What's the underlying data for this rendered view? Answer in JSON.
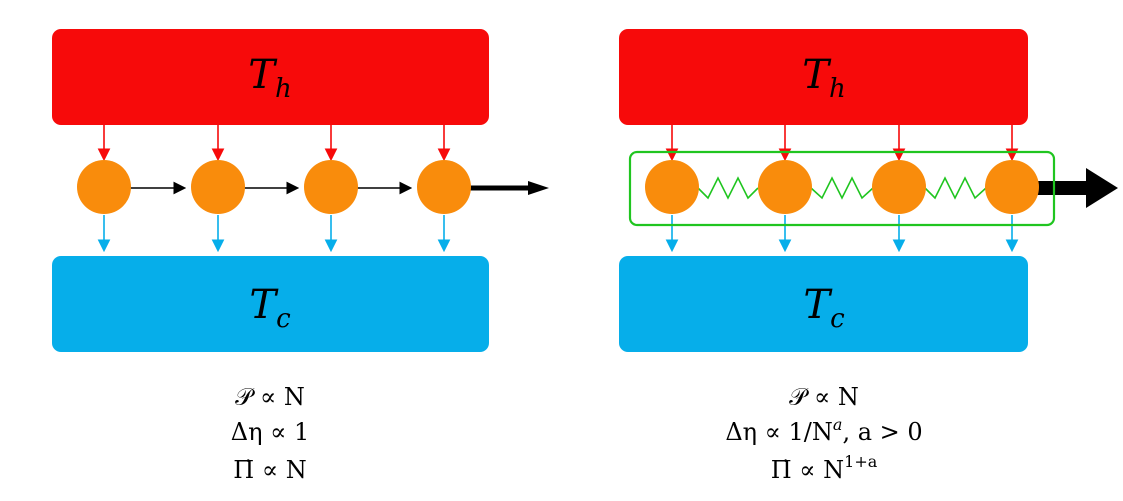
{
  "colors": {
    "hot": "#f70a0a",
    "cold": "#06aeea",
    "engine": "#f98c0c",
    "coupling": "#20c520",
    "arrow": "#000000"
  },
  "left": {
    "hot_symbol": "T",
    "hot_sub": "h",
    "cold_symbol": "T",
    "cold_sub": "c",
    "scaling": {
      "power": "𝒫 ∝ N",
      "fluctuation": "Δη ∝ 1",
      "entropy": "Π̇ ∝ N"
    }
  },
  "right": {
    "hot_symbol": "T",
    "hot_sub": "h",
    "cold_symbol": "T",
    "cold_sub": "c",
    "scaling": {
      "power": "𝒫 ∝ N",
      "fluctuation_pre": "Δη ∝ 1/N",
      "fluctuation_exp": "a",
      "fluctuation_post": ", a > 0",
      "entropy_pre": "Π̇ ∝ N",
      "entropy_exp": "1+a"
    }
  }
}
